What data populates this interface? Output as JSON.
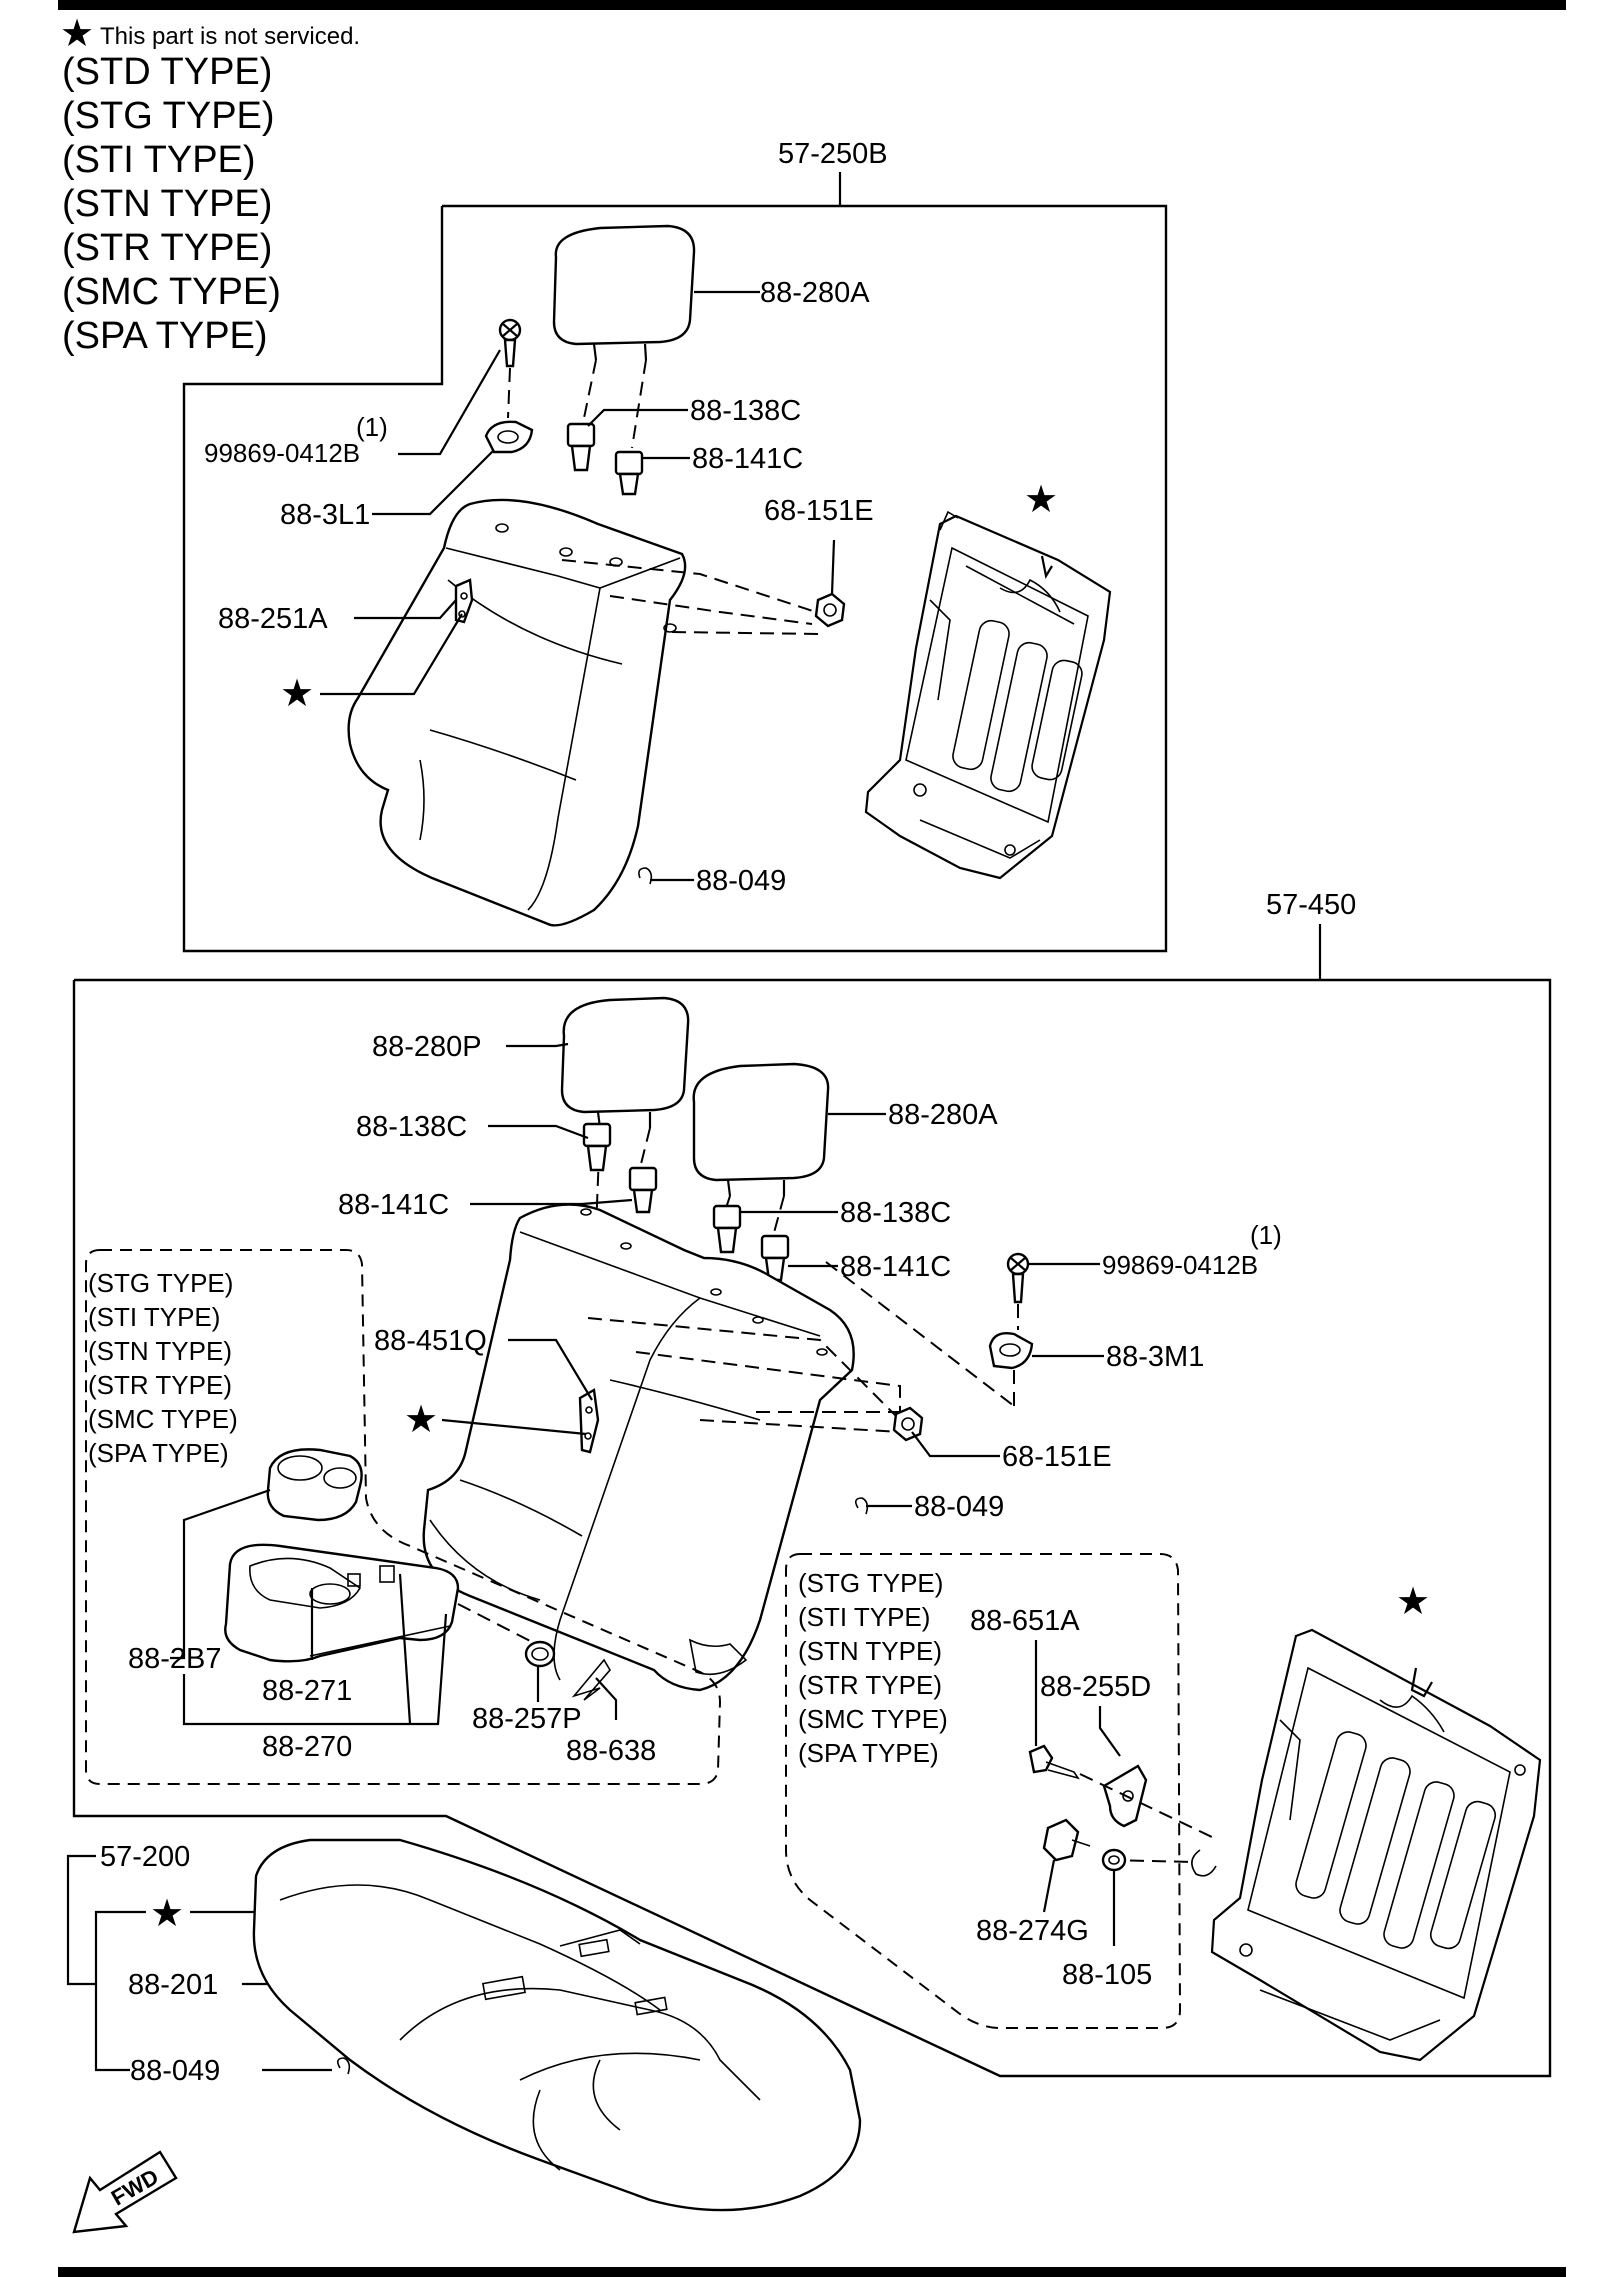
{
  "note": {
    "symbol": "★",
    "text": "This part is not serviced."
  },
  "header_types": [
    "(STD TYPE)",
    "(STG TYPE)",
    "(STI TYPE)",
    "(STN TYPE)",
    "(STR TYPE)",
    "(SMC TYPE)",
    "(SPA TYPE)"
  ],
  "callouts": {
    "group_57_250B": "57-250B",
    "headrest_88_280A": "88-280A",
    "guide_88_138C": "88-138C",
    "guide_88_141C": "88-141C",
    "screw_99869_qty": "(1)",
    "screw_99869": "99869-0412B",
    "cover_88_3L1": "88-3L1",
    "nut_68_151E": "68-151E",
    "bracket_88_251A": "88-251A",
    "clip_88_049": "88-049",
    "group_57_450": "57-450",
    "headrest_88_280P": "88-280P",
    "guide_88_138C_b": "88-138C",
    "headrest_88_280A_b": "88-280A",
    "guide_88_141C_b": "88-141C",
    "guide_88_138C_c": "88-138C",
    "guide_88_141C_c": "88-141C",
    "screw_99869_qty_b": "(1)",
    "screw_99869_b": "99869-0412B",
    "bracket_88_451Q": "88-451Q",
    "cover_88_3M1": "88-3M1",
    "nut_68_151E_b": "68-151E",
    "clip_88_049_b": "88-049",
    "armrest_88_2B7": "88-2B7",
    "part_88_271": "88-271",
    "part_88_270": "88-270",
    "part_88_257P": "88-257P",
    "part_88_638": "88-638",
    "bolt_88_651A": "88-651A",
    "part_88_255D": "88-255D",
    "part_88_274G": "88-274G",
    "part_88_105": "88-105",
    "group_57_200": "57-200",
    "cushion_88_201": "88-201",
    "clip_88_049_c": "88-049",
    "fwd": "FWD"
  },
  "armrest_types": [
    "(STG TYPE)",
    "(STI TYPE)",
    "(STN TYPE)",
    "(STR TYPE)",
    "(SMC TYPE)",
    "(SPA TYPE)"
  ],
  "hinge_types": [
    "(STG TYPE)",
    "(STI TYPE)",
    "(STN TYPE)",
    "(STR TYPE)",
    "(SMC TYPE)",
    "(SPA TYPE)"
  ],
  "stars": {
    "upper_frame": "★",
    "upper_bracket": "★",
    "lower_bracket": "★",
    "lower_frame": "★",
    "cushion": "★"
  }
}
